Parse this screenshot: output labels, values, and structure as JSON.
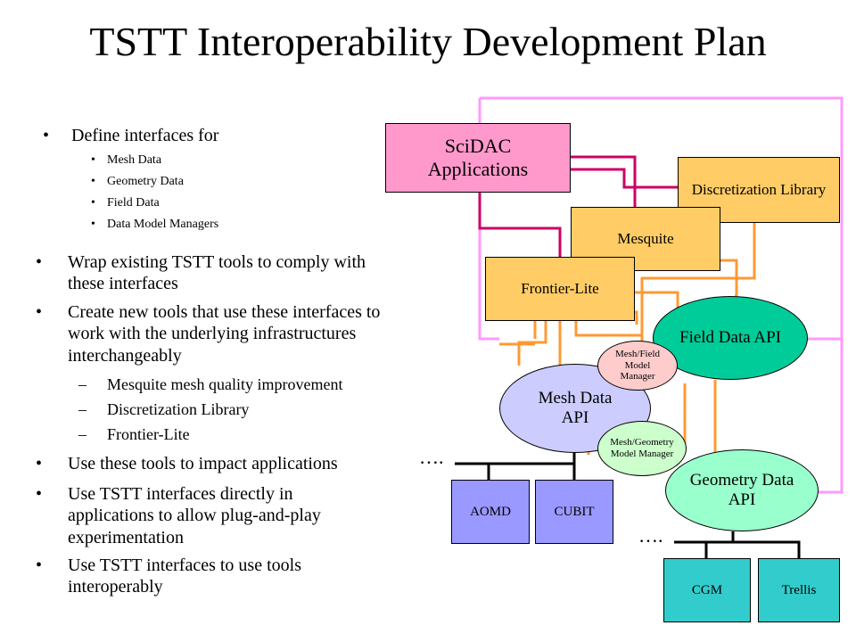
{
  "title": "TSTT Interoperability Development Plan",
  "bullets": {
    "define": "Define interfaces for",
    "define_items": [
      "Mesh Data",
      "Geometry Data",
      "Field Data",
      "Data Model Managers"
    ],
    "wrap": "Wrap existing TSTT tools to comply with these interfaces",
    "create": "Create new tools that use these interfaces to work with the underlying infrastructures interchangeably",
    "create_items": [
      "Mesquite mesh quality improvement",
      "Discretization Library",
      "Frontier-Lite"
    ],
    "use_tools": "Use these tools to impact applications",
    "use_direct": "Use TSTT interfaces directly in applications to allow plug-and-play experimentation",
    "use_interop": "Use TSTT interfaces to use tools interoperably"
  },
  "diagram": {
    "scidac": "SciDAC Applications",
    "discretization": "Discretization Library",
    "mesquite": "Mesquite",
    "frontier": "Frontier-Lite",
    "field_api": "Field Data API",
    "mesh_api": "Mesh Data API",
    "geometry_api": "Geometry Data API",
    "mesh_field_mgr": "Mesh/Field Model Manager",
    "mesh_geometry_mgr": "Mesh/Geometry Model Manager",
    "aomd": "AOMD",
    "cubit": "CUBIT",
    "cgm": "CGM",
    "trellis": "Trellis",
    "ellipsis_mesh": "….",
    "ellipsis_geom": "…."
  },
  "colors": {
    "pink_box": "#ff99cc",
    "orange_box": "#ffcc66",
    "field_api": "#00cc99",
    "mesh_api": "#ccccff",
    "geometry_api": "#99ffcc",
    "manager_pink": "#ffcccc",
    "manager_green": "#ccffcc",
    "impl_box": "#9999ff",
    "geom_impl_box": "#33cccc",
    "wire_magenta": "#cc0066",
    "wire_pink": "#ff99ff",
    "wire_orange": "#ff9933"
  }
}
